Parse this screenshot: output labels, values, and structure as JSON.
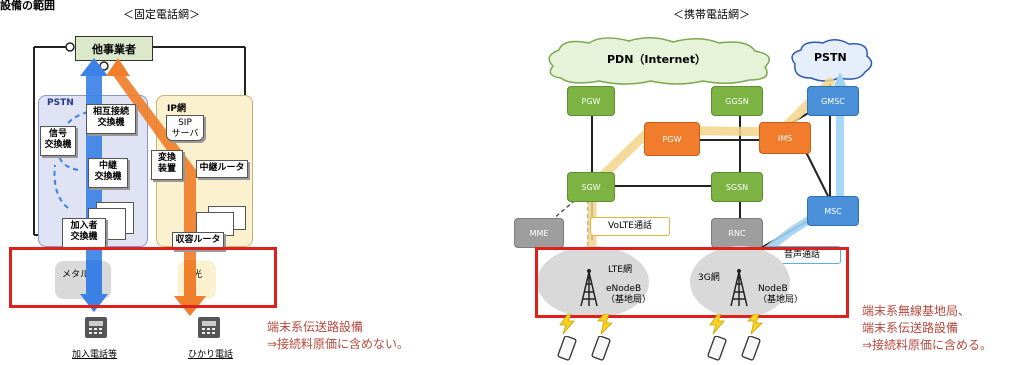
{
  "page_title": "設備の範囲",
  "fixed": {
    "header": "＜固定電話網＞",
    "other_carrier": "他事業者",
    "pstn_label": "PSTN",
    "ip_label": "IP網",
    "interconnect_switch": "相互接続\n交換機",
    "signal_switch": "信号\n交換機",
    "relay_switch": "中継\n交換機",
    "subscriber_switch": "加入者\n交換機",
    "sip_server": "SIP\nサーバ",
    "converter": "変換\n装置",
    "relay_router": "中継ルータ",
    "access_router": "収容ルータ",
    "metal": "メタル",
    "optical": "光",
    "caption_left": "加入電話等",
    "caption_right": "ひかり電話",
    "note_line1": "端末系伝送路設備",
    "note_line2": "⇒接続料原価に含めない。"
  },
  "mobile": {
    "header": "＜携帯電話網＞",
    "pdn": "PDN（Internet）",
    "pstn": "PSTN",
    "pgw": "PGW",
    "ggsn": "GGSN",
    "gmsc": "GMSC",
    "pcrf": "PGW",
    "ims": "IMS",
    "sgw": "SGW",
    "sgsn": "SGSN",
    "msc": "MSC",
    "mme": "MME",
    "rnc": "RNC",
    "volte": "VoLTE通話",
    "voice": "音声通話",
    "lte": "LTE網",
    "enodeb": "eNodeB\n（基地局）",
    "g3": "3G網",
    "nodeb": "NodeB\n（基地局）",
    "note_line1": "端末系無線基地局、",
    "note_line2": "端末系伝送路設備",
    "note_line3": "⇒接続料原価に含める。"
  },
  "colors": {
    "highlight_red": "#e0201b",
    "note_red": "#b5483c",
    "arrow_blue": "#3c82e6",
    "arrow_orange": "#ef7f2a"
  }
}
